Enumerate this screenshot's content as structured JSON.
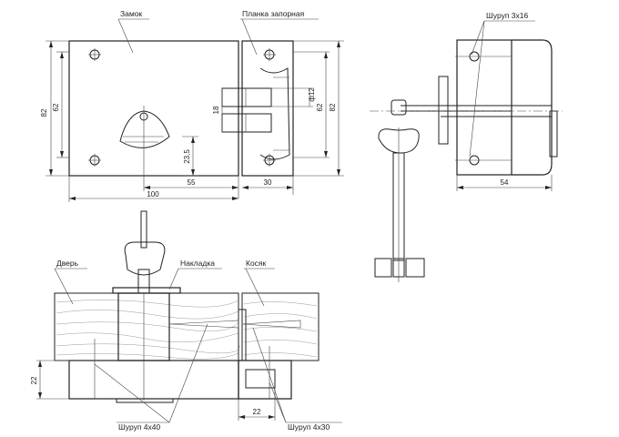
{
  "labels": {
    "lock": "Замок",
    "strike_plate": "Планка запорная",
    "screw_3x16": "Шуруп 3x16",
    "door": "Дверь",
    "overlay": "Накладка",
    "jamb": "Косяк",
    "screw_4x40": "Шуруп 4x40",
    "screw_4x30": "Шуруп 4x30"
  },
  "dims": {
    "lock_height": "82",
    "lock_inner_height": "62",
    "lock_width": "100",
    "keyhole_offset": "55",
    "keyhole_height": "23,5",
    "bolt_spacing": "18",
    "bolt_dia": "ф12",
    "strike_inner_height": "62",
    "strike_height": "82",
    "strike_width": "30",
    "side_depth": "54",
    "section_depth": "22",
    "strike_depth": "22"
  }
}
